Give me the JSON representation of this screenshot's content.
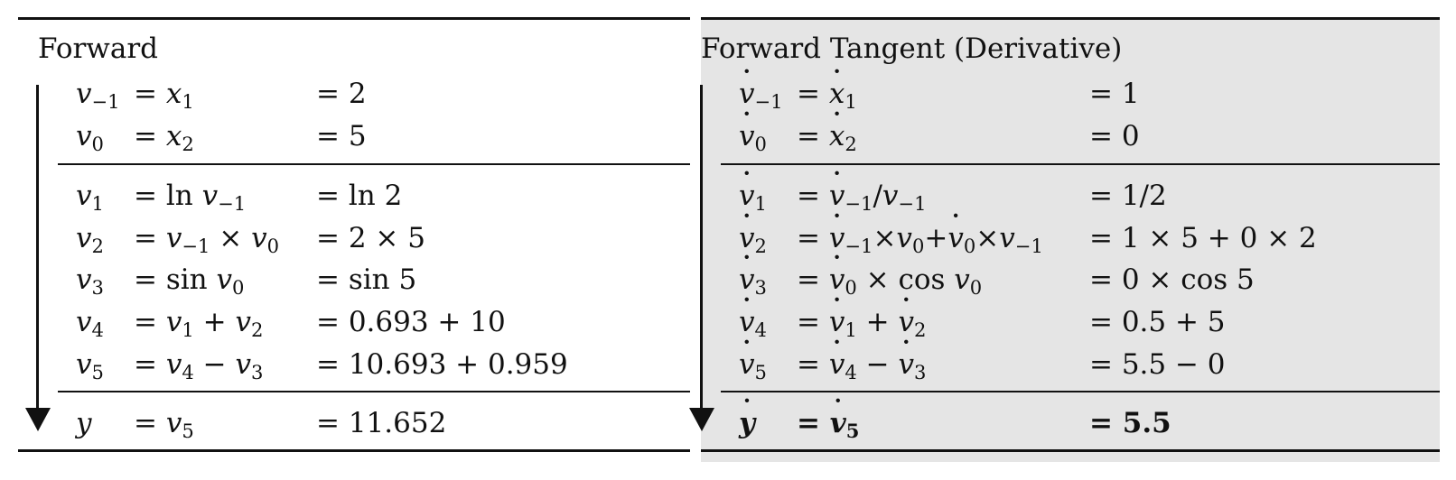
{
  "forward": {
    "title": "Forward",
    "rows": [
      {
        "var": "v",
        "sub": "−1",
        "expr": "= x₁",
        "value": "= 2"
      },
      {
        "var": "v",
        "sub": "0",
        "expr": "= x₂",
        "value": "= 5"
      },
      {
        "var": "v",
        "sub": "1",
        "expr": "= ln v₋₁",
        "value": "= ln 2"
      },
      {
        "var": "v",
        "sub": "2",
        "expr": "= v₋₁ × v₀",
        "value": "= 2 × 5"
      },
      {
        "var": "v",
        "sub": "3",
        "expr": "= sin v₀",
        "value": "= sin 5"
      },
      {
        "var": "v",
        "sub": "4",
        "expr": "= v₁ + v₂",
        "value": "= 0.693 + 10"
      },
      {
        "var": "v",
        "sub": "5",
        "expr": "= v₄ − v₃",
        "value": "= 10.693 + 0.959"
      },
      {
        "var": "y",
        "sub": "",
        "expr": "= v₅",
        "value": "= 11.652"
      }
    ]
  },
  "tangent": {
    "title": "Forward Tangent (Derivative)",
    "background": "#e5e5e5",
    "rows": [
      {
        "var": "v̇",
        "sub": "−1",
        "expr": "= ẋ₁",
        "value": "= 1"
      },
      {
        "var": "v̇",
        "sub": "0",
        "expr": "= ẋ₂",
        "value": "= 0"
      },
      {
        "var": "v̇",
        "sub": "1",
        "expr": "= v̇₋₁/v₋₁",
        "value": "= 1/2"
      },
      {
        "var": "v̇",
        "sub": "2",
        "expr": "= v̇₋₁×v₀+v̇₀×v₋₁",
        "value": "= 1 × 5 + 0 × 2"
      },
      {
        "var": "v̇",
        "sub": "3",
        "expr": "= v̇₀ × cos v₀",
        "value": "= 0 × cos 5"
      },
      {
        "var": "v̇",
        "sub": "4",
        "expr": "= v̇₁ + v̇₂",
        "value": "= 0.5 + 5"
      },
      {
        "var": "v̇",
        "sub": "5",
        "expr": "= v̇₄ − v̇₃",
        "value": "= 5.5 − 0"
      },
      {
        "var": "ẏ",
        "sub": "",
        "expr": "= v̇₅",
        "value": "= 5.5"
      }
    ]
  }
}
